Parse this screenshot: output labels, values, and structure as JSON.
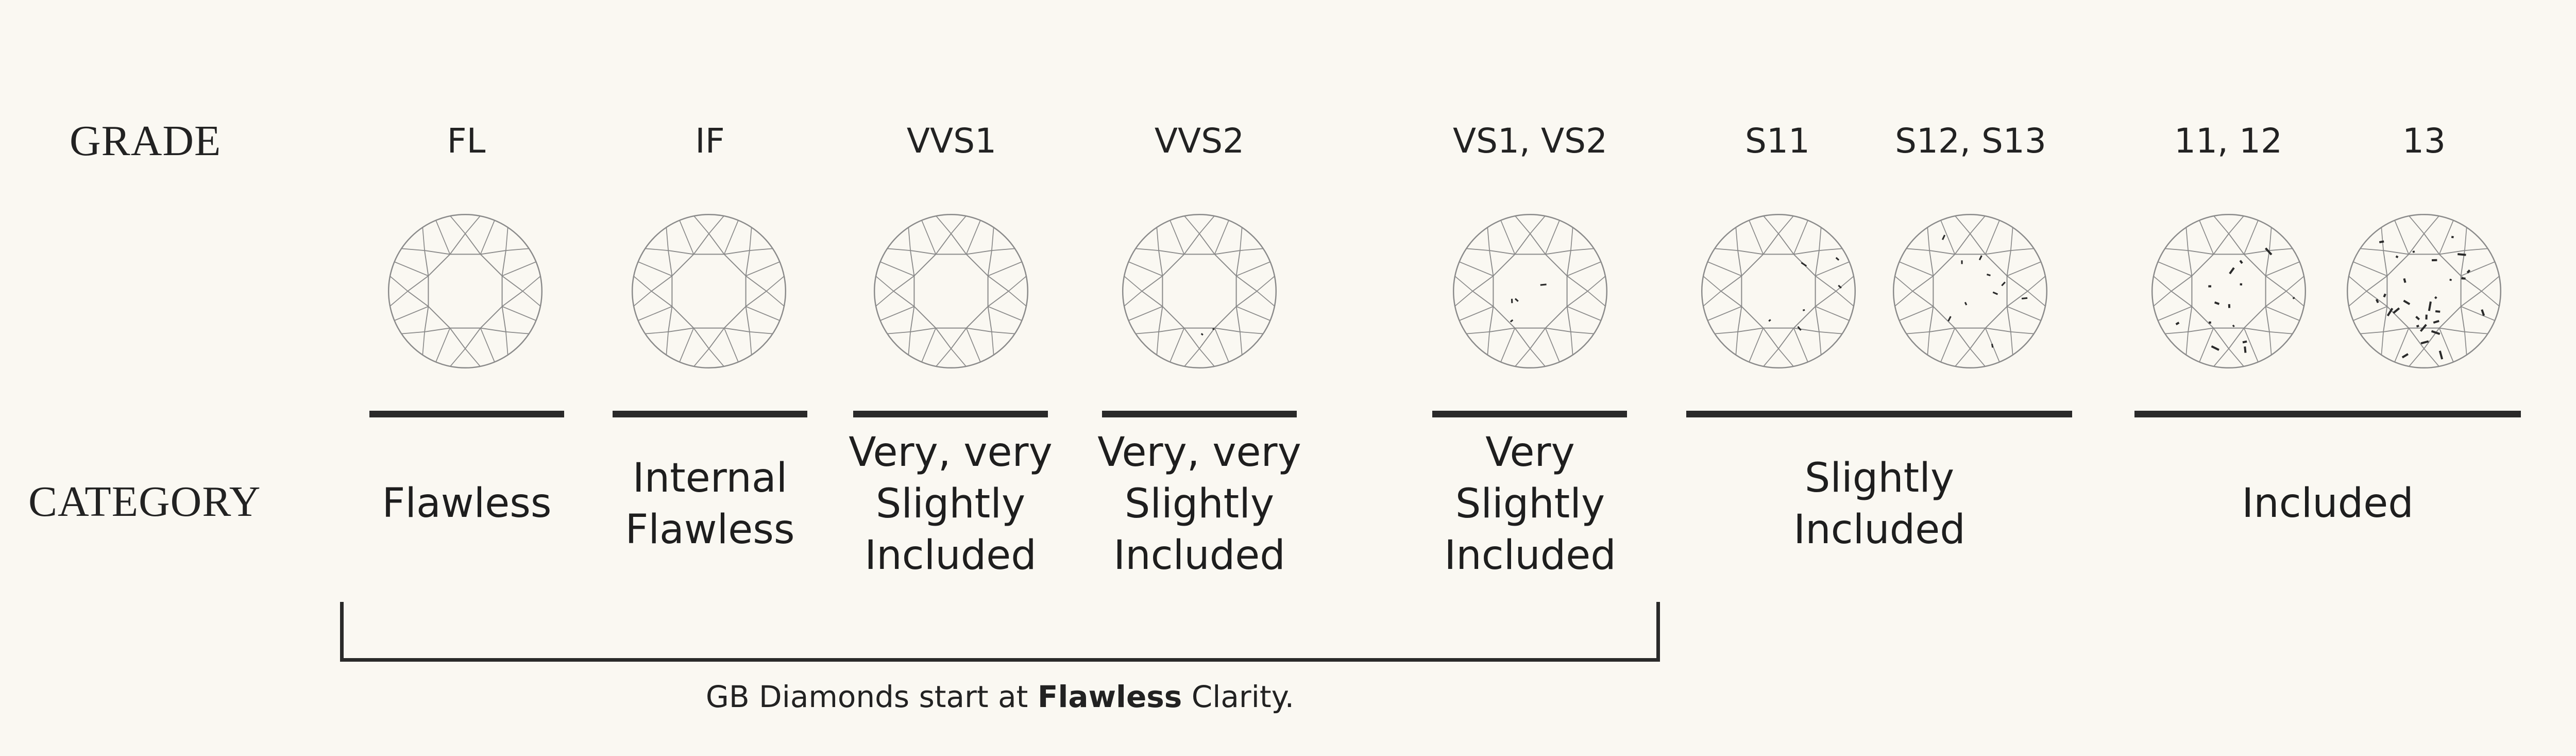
{
  "labels": {
    "grade": "GRADE",
    "category": "CATEGORY"
  },
  "grades": [
    {
      "label": "FL",
      "inclusions": 0
    },
    {
      "label": "IF",
      "inclusions": 0
    },
    {
      "label": "VVS1",
      "inclusions": 0
    },
    {
      "label": "VVS2",
      "inclusions": 2
    },
    {
      "label": "VS1, VS2",
      "inclusions": 4
    },
    {
      "label": "S11",
      "inclusions": 6
    },
    {
      "label": "S12, S13",
      "inclusions": 10
    },
    {
      "label": "11, 12",
      "inclusions": 14
    },
    {
      "label": "13",
      "inclusions": 28
    }
  ],
  "categories": [
    {
      "lines": [
        "Flawless"
      ]
    },
    {
      "lines": [
        "Internal",
        "Flawless"
      ]
    },
    {
      "lines": [
        "Very, very",
        "Slightly",
        "Included"
      ]
    },
    {
      "lines": [
        "Very, very",
        "Slightly",
        "Included"
      ]
    },
    {
      "lines": [
        "Very",
        "Slightly",
        "Included"
      ]
    },
    {
      "lines": [
        "Slightly",
        "Included"
      ]
    },
    {
      "lines": [
        "Included"
      ]
    }
  ],
  "footnote": {
    "prefix": "GB Diamonds start at ",
    "bold": "Flawless",
    "suffix": " Clarity."
  },
  "colors": {
    "background": "#faf8f2",
    "ink": "#2a2a2a",
    "facet": "#8a8a8a"
  }
}
